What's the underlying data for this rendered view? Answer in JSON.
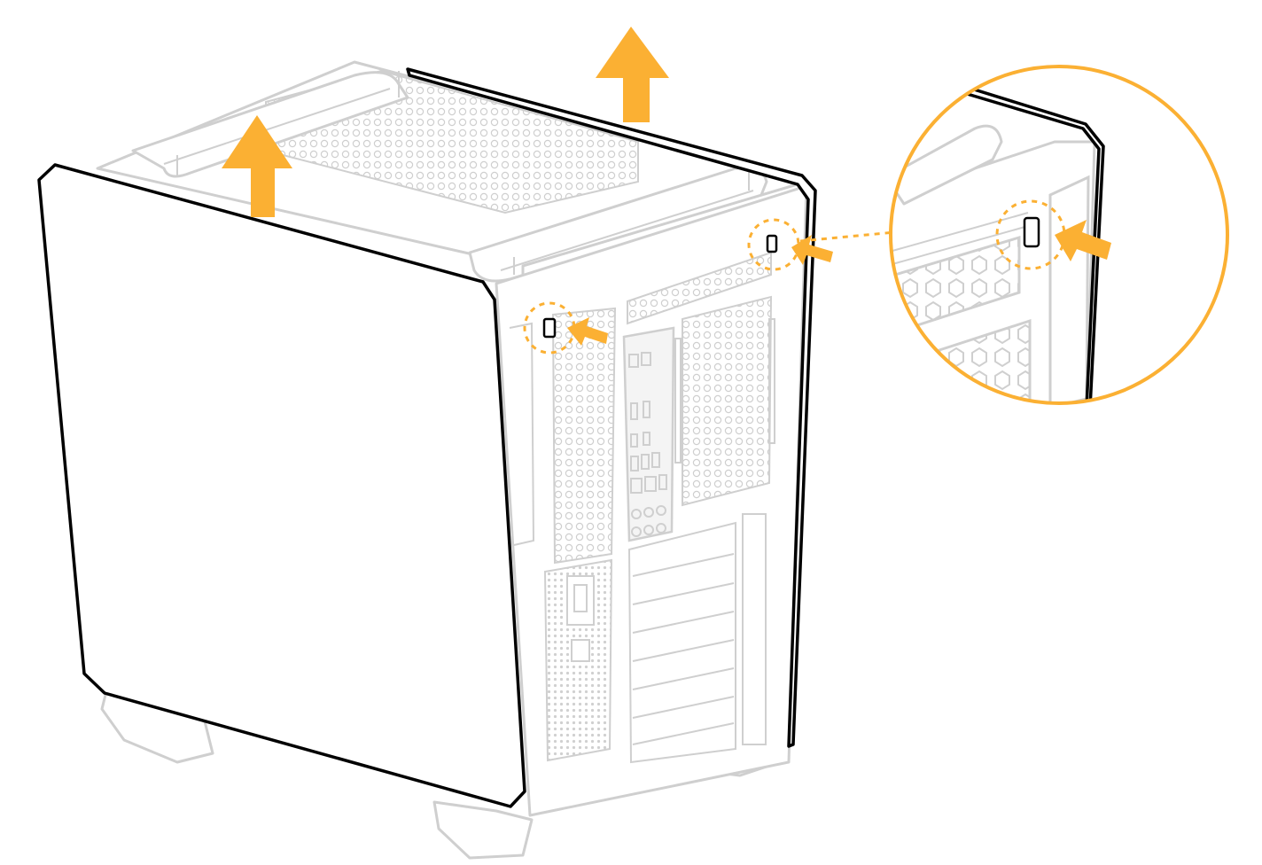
{
  "figure": {
    "kind": "assembly-instruction",
    "steps_shown": [
      "lift-side-panel-up",
      "panel-retention-clips"
    ],
    "colors": {
      "accent": "#FBB033",
      "outline": "#000000",
      "ghost": "#cfcfcf"
    },
    "icons": [
      "up-arrow-icon",
      "push-arrow-icon",
      "retention-clip-icon",
      "magnifier-callout-icon"
    ]
  }
}
